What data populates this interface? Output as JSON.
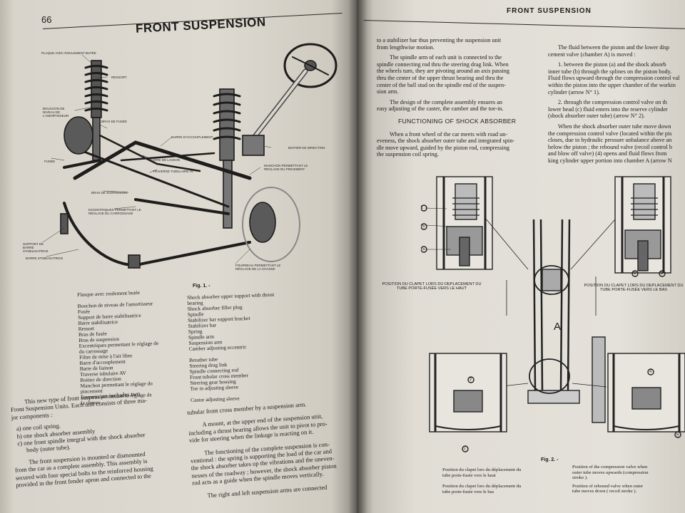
{
  "left_page": {
    "page_number": "66",
    "title": "FRONT SUSPENSION",
    "figure_caption": "Fig. 1. -",
    "callouts": [
      "PLAQUE AVEC ROULEMENT BUTÉE",
      "RESSORT",
      "BOUCHON DE NIVEAU DE L'AMORTISSEUR",
      "BRAS DE FUSÉE",
      "BARRE D'ACCOUPLEMENT",
      "BOITIER DE DIRECTION",
      "BARRE DE LIAISON",
      "TRAVERSE TUBULAIRE AV",
      "FUSÉE",
      "MANCHON PERMETTANT LE RÉGLAGE DU PINCEMENT",
      "BRAS DE SUSPENSION",
      "EXCENTRIQUES PERMETTANT LE RÉGLAGE DU CARROSSAGE",
      "SUPPORT DE BARRE STABILISATRICE",
      "BARRE STABILISATRICE",
      "FOURREAU PERMETTANT LE RÉGLAGE DE LA CHASSE"
    ],
    "legend_french": [
      "Flasque avec roulement butée",
      "",
      "Bouchon de niveau de l'amortisseur",
      "Fusée",
      "Support de barre stabilisatrice",
      "Barre stabilisatrice",
      "Ressort",
      "Bras de fusée",
      "Bras de suspension",
      "Excentriques permettant le réglage de",
      "du carrossage",
      "Filtre de mise à l'air libre",
      "Barre d'accouplement",
      "Barre de liaison",
      "Traverse tubulaire AV",
      "Boitier de direction",
      "Manchon permettant le réglage du",
      "pincement",
      "Fourreau permettant le réglage de",
      "la chasse"
    ],
    "legend_english": [
      "Shock absorber upper support with thrust",
      "bearing",
      "Shock absorber filler plug",
      "Spindle",
      "Stabilizer bar support bracket",
      "Stabilizer bar",
      "Spring",
      "Spindle arm",
      "Suspension arm",
      "Camber adjusting eccentric",
      "",
      "Breather tube",
      "Steering drag link",
      "Spindle connecting rod",
      "Front tubular cross member",
      "Steering gear housing",
      "Toe in adjusting sleeve",
      "",
      "Castor adjusting sleeve"
    ],
    "intro_lines": [
      "This new type of front suspension includes two",
      "Front Suspension Units. Each unit consists of three ma-",
      "jor components :"
    ],
    "components": [
      "a) one coil spring.",
      "b) one shock absorber assembly",
      "c) one front spindle integral with the shock absorber",
      "body (outer tube)."
    ],
    "mount_lines": [
      "The front suspension is mounted or dismounted",
      "from the car as a complete assembly. This assembly is",
      "secured with four special bolts to the reinforced housing",
      "provided in the front fender apron and connected to the"
    ],
    "col2_lines": [
      "tubular front cross member by a suspension arm.",
      "",
      "A mount, at the upper end of the suspension unit,",
      "including a thrust bearing allows the unit to pivot to pro-",
      "vide for steering when the linkage is reacting on it.",
      "",
      "The functioning of the complete suspension is con-",
      "ventional : the spring is supporting the load of the car and",
      "the shock absorber takes up the vibrations and the uneven-",
      "nesses of the roadway ; however, the shock absorber piston",
      "rod acts as a guide when the spindle moves vertically.",
      "",
      "The right and left suspension arms are connected"
    ]
  },
  "right_page": {
    "header": "FRONT SUSPENSION",
    "col1_lines": [
      "to a stabilizer bar thus preventing the suspension unit",
      "from lengthwise motion.",
      "",
      "The spindle arm of each unit is connected to the",
      "spindle connecting rod thru the steering drag link. When",
      "the wheels turn, they are pivoting around an axis passing",
      "thru the center of the upper thrust bearing and thru the",
      "center of the ball stud on the spindle end of the suspen-",
      "sion arm.",
      "",
      "The design of the complete assembly ensures an",
      "easy adjusting of the caster, the camber and the toe-in."
    ],
    "section_heading": "FUNCTIONING OF SHOCK ABSORBER",
    "col1b_lines": [
      "When a front wheel of the car meets with road un-",
      "eveness, the shock absorber outer tube and integrated spin-",
      "dle move upward, guided by the piston rod, compressing",
      "the suspension coil spring."
    ],
    "col2_lines": [
      "The fluid between the piston and the lower disp",
      "cement valve (chamber A) is moved :",
      "",
      "1. between the piston (a) and the shock absorb",
      "inner tube (b) through the splines on the piston body.",
      "Fluid flows upward through the compression control val",
      "within the piston into the upper chamber of the workin",
      "cylinder (arrow N° 1).",
      "",
      "2. through the compression control valve on th",
      "lower head (c) fluid enters into the reserve cylinder",
      "(shock absorber outer tube) (arrow N° 2).",
      "",
      "When the shock absorber outer tube move down",
      "the compression control valve (located within the pis",
      "closes, due to hydraulic pressure unbalance above an",
      "below the piston ; the rebound valve (recoil control b",
      "and blow off valve) (4) opens and fluid flows from",
      "king cylinder upper portion into chamber A (arrow N"
    ],
    "diagram_labels": {
      "left_top": "POSITION DU CLAPET LORS DU DEPLACEMENT DU TUBE PORTE-FUSÉE VERS LE HAUT",
      "right_top": "POSITION DU CLAPET LORS DU DEPLACEMENT DU TUBE PORTE-FUSÉE VERS LE BAS",
      "chamber": "A",
      "callouts": [
        "1",
        "b",
        "a",
        "3",
        "2",
        "2",
        "c",
        "4",
        "a"
      ],
      "figure": "Fig. 2. -"
    },
    "bottom_captions": [
      "Position du clapet lors du déplacement du",
      "tube porte-fusée vers le haut",
      "Position du clapet lors du déplacement du",
      "tube porte-fusée vers le bas",
      "Position of the compression valve when",
      "outer tube moves upwards (compression",
      "stroke ).",
      "Position of rebound valve when outer",
      "tube moves down ( recoil stroke )."
    ]
  }
}
